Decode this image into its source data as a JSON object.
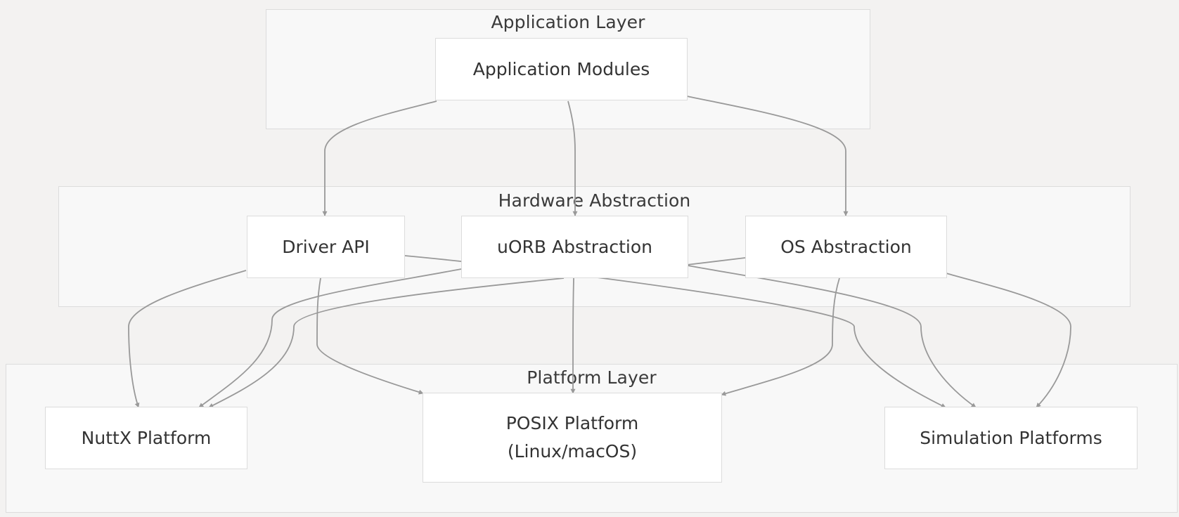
{
  "layers": {
    "application": {
      "title": "Application Layer"
    },
    "hardware": {
      "title": "Hardware Abstraction"
    },
    "platform": {
      "title": "Platform Layer"
    }
  },
  "nodes": {
    "app_modules": {
      "label": "Application Modules"
    },
    "driver_api": {
      "label": "Driver API"
    },
    "uorb": {
      "label": "uORB Abstraction"
    },
    "os_abs": {
      "label": "OS Abstraction"
    },
    "nuttx": {
      "label": "NuttX Platform"
    },
    "posix": {
      "label": "POSIX Platform\n(Linux/macOS)"
    },
    "sim": {
      "label": "Simulation Platforms"
    }
  },
  "edges": [
    {
      "from": "app_modules",
      "to": "driver_api"
    },
    {
      "from": "app_modules",
      "to": "uorb"
    },
    {
      "from": "app_modules",
      "to": "os_abs"
    },
    {
      "from": "driver_api",
      "to": "nuttx"
    },
    {
      "from": "driver_api",
      "to": "posix"
    },
    {
      "from": "driver_api",
      "to": "sim"
    },
    {
      "from": "uorb",
      "to": "nuttx"
    },
    {
      "from": "uorb",
      "to": "posix"
    },
    {
      "from": "uorb",
      "to": "sim"
    },
    {
      "from": "os_abs",
      "to": "nuttx"
    },
    {
      "from": "os_abs",
      "to": "posix"
    },
    {
      "from": "os_abs",
      "to": "sim"
    }
  ],
  "colors": {
    "background": "#f3f2f1",
    "layer_fill": "#f8f8f8",
    "node_fill": "#ffffff",
    "border": "#dcdcdc",
    "edge": "#999999",
    "text": "#333333"
  }
}
